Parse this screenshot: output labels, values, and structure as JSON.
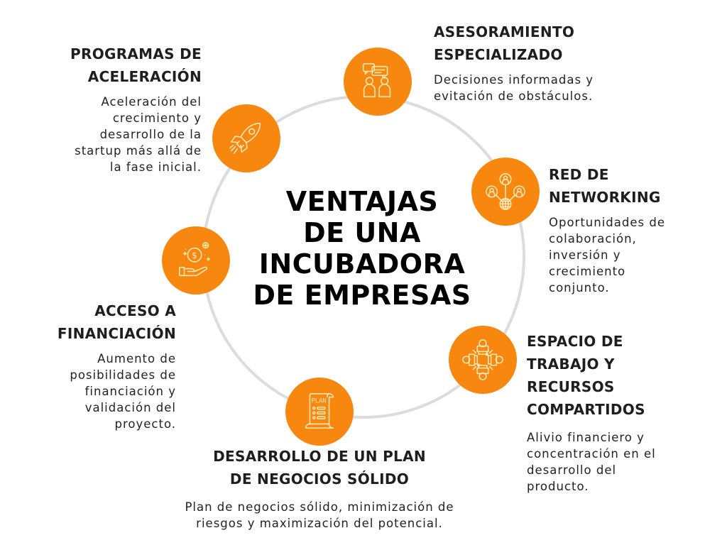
{
  "title": "VENTAJAS DE UNA INCUBADORA DE EMPRESAS",
  "title_lines": [
    "VENTAJAS",
    "DE UNA",
    "INCUBADORA",
    "DE EMPRESAS"
  ],
  "colors": {
    "accent": "#f7870f",
    "ring": "#dcdcdc",
    "icon_stroke": "#fde9b8",
    "text": "#1e1e1e"
  },
  "items": [
    {
      "id": "asesoramiento",
      "icon": "consulting-people-chat-icon",
      "heading": "ASESORAMIENTO\nESPECIALIZADO",
      "heading_lines": [
        "ASESORAMIENTO",
        "ESPECIALIZADO"
      ],
      "description": "Decisiones informadas y\nevitación de obstáculos."
    },
    {
      "id": "red",
      "icon": "network-globe-people-icon",
      "heading_lines": [
        "RED DE",
        "NETWORKING"
      ],
      "description": "Oportunidades de\ncolaboración,\ninversión y\ncrecimiento\nconjunto."
    },
    {
      "id": "espacio",
      "icon": "shared-workspace-table-icon",
      "heading_lines": [
        "ESPACIO DE",
        "TRABAJO Y",
        "RECURSOS",
        "COMPARTIDOS"
      ],
      "description": "Alivio financiero y\nconcentración en el\ndesarrollo del\nproducto."
    },
    {
      "id": "plan",
      "icon": "business-plan-scroll-icon",
      "icon_text": "PLAN",
      "heading_lines": [
        "DESARROLLO DE UN PLAN",
        "DE NEGOCIOS SÓLIDO"
      ],
      "description": "Plan de negocios sólido, minimización de\nriesgos y maximización del potencial."
    },
    {
      "id": "financiacion",
      "icon": "money-hand-icon",
      "heading_lines": [
        "ACCESO A",
        "FINANCIACIÓN"
      ],
      "description": "Aumento de\nposibilidades de\nfinanciación y\nvalidación del\nproyecto."
    },
    {
      "id": "aceleracion",
      "icon": "rocket-icon",
      "heading_lines": [
        "PROGRAMAS DE",
        "ACELERACIÓN"
      ],
      "description": "Aceleración del\ncrecimiento y\ndesarrollo de la\nstartup más allá de\nla fase inicial."
    }
  ]
}
